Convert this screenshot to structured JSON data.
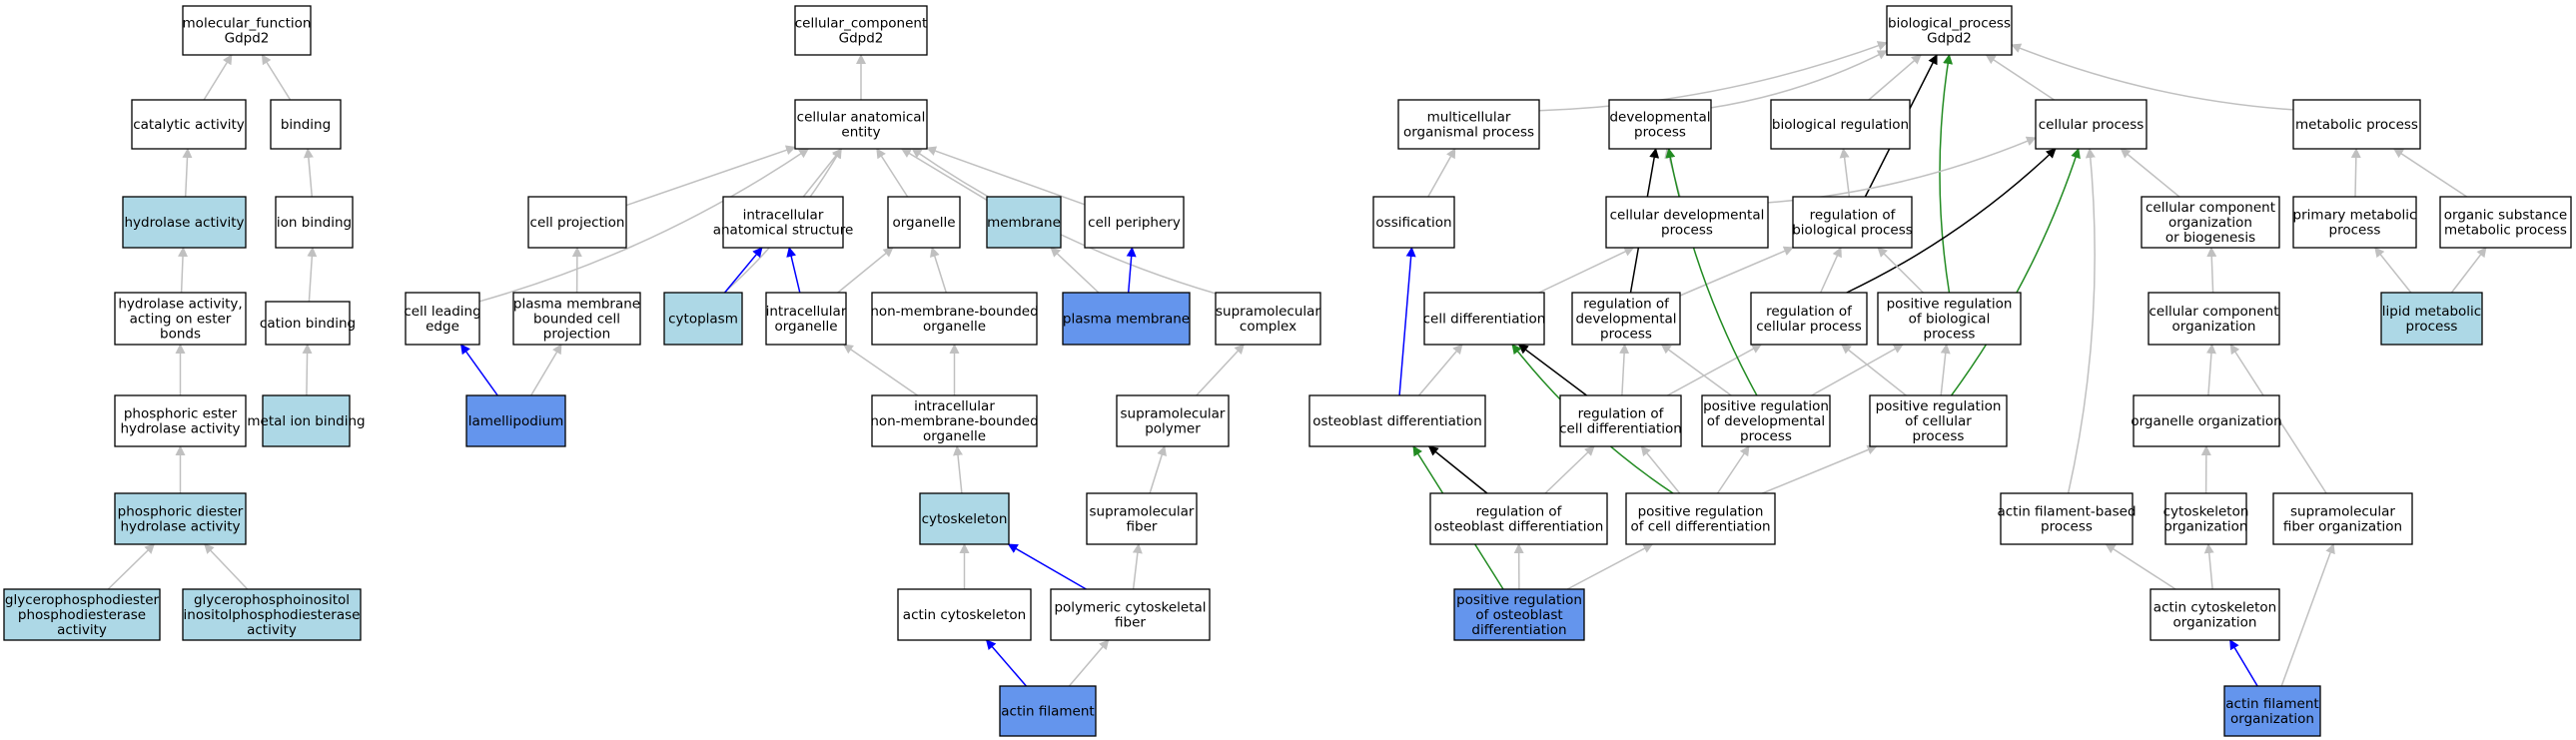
{
  "colors": {
    "fill_default": "#ffffff",
    "fill_light": "#add8e6",
    "fill_dark": "#6495ed",
    "edge_is_a": "#c0c0c0",
    "edge_part_of": "#0000ff",
    "edge_regulates": "#000000",
    "edge_positively_regulates": "#228b22"
  },
  "nodes": [
    {
      "id": "mf",
      "label": [
        "molecular_function",
        "Gdpd2"
      ],
      "fill": "default"
    },
    {
      "id": "catact",
      "label": [
        "catalytic activity"
      ],
      "fill": "default"
    },
    {
      "id": "binding",
      "label": [
        "binding"
      ],
      "fill": "default"
    },
    {
      "id": "hydact",
      "label": [
        "hydrolase activity"
      ],
      "fill": "light"
    },
    {
      "id": "ionbind",
      "label": [
        "ion binding"
      ],
      "fill": "default"
    },
    {
      "id": "hydester",
      "label": [
        "hydrolase activity,",
        "acting on ester",
        "bonds"
      ],
      "fill": "default"
    },
    {
      "id": "catbind",
      "label": [
        "cation binding"
      ],
      "fill": "default"
    },
    {
      "id": "phosest",
      "label": [
        "phosphoric ester",
        "hydrolase activity"
      ],
      "fill": "default"
    },
    {
      "id": "metalion",
      "label": [
        "metal ion binding"
      ],
      "fill": "light"
    },
    {
      "id": "phosdi",
      "label": [
        "phosphoric diester",
        "hydrolase activity"
      ],
      "fill": "light"
    },
    {
      "id": "gpde",
      "label": [
        "glycerophosphodiester",
        "phosphodiesterase",
        "activity"
      ],
      "fill": "light"
    },
    {
      "id": "gpip",
      "label": [
        "glycerophosphoinositol",
        "inositolphosphodiesterase",
        "activity"
      ],
      "fill": "light"
    },
    {
      "id": "cc",
      "label": [
        "cellular_component",
        "Gdpd2"
      ],
      "fill": "default"
    },
    {
      "id": "cae",
      "label": [
        "cellular anatomical",
        "entity"
      ],
      "fill": "default"
    },
    {
      "id": "cellproj",
      "label": [
        "cell projection"
      ],
      "fill": "default"
    },
    {
      "id": "ias",
      "label": [
        "intracellular",
        "anatomical structure"
      ],
      "fill": "default"
    },
    {
      "id": "organelle",
      "label": [
        "organelle"
      ],
      "fill": "default"
    },
    {
      "id": "membrane",
      "label": [
        "membrane"
      ],
      "fill": "light"
    },
    {
      "id": "cellper",
      "label": [
        "cell periphery"
      ],
      "fill": "default"
    },
    {
      "id": "cle",
      "label": [
        "cell leading",
        "edge"
      ],
      "fill": "default"
    },
    {
      "id": "pmbcp",
      "label": [
        "plasma membrane",
        "bounded cell",
        "projection"
      ],
      "fill": "default"
    },
    {
      "id": "cytoplasm",
      "label": [
        "cytoplasm"
      ],
      "fill": "light"
    },
    {
      "id": "intorg",
      "label": [
        "intracellular",
        "organelle"
      ],
      "fill": "default"
    },
    {
      "id": "nmbo",
      "label": [
        "non-membrane-bounded",
        "organelle"
      ],
      "fill": "default"
    },
    {
      "id": "plasmem",
      "label": [
        "plasma membrane"
      ],
      "fill": "dark"
    },
    {
      "id": "supracx",
      "label": [
        "supramolecular",
        "complex"
      ],
      "fill": "default"
    },
    {
      "id": "lamel",
      "label": [
        "lamellipodium"
      ],
      "fill": "dark"
    },
    {
      "id": "inmbo",
      "label": [
        "intracellular",
        "non-membrane-bounded",
        "organelle"
      ],
      "fill": "default"
    },
    {
      "id": "suprapoly",
      "label": [
        "supramolecular",
        "polymer"
      ],
      "fill": "default"
    },
    {
      "id": "cytosk",
      "label": [
        "cytoskeleton"
      ],
      "fill": "light"
    },
    {
      "id": "suprafib",
      "label": [
        "supramolecular",
        "fiber"
      ],
      "fill": "default"
    },
    {
      "id": "actcyt",
      "label": [
        "actin cytoskeleton"
      ],
      "fill": "default"
    },
    {
      "id": "polycyt",
      "label": [
        "polymeric cytoskeletal",
        "fiber"
      ],
      "fill": "default"
    },
    {
      "id": "actfil",
      "label": [
        "actin filament"
      ],
      "fill": "dark"
    },
    {
      "id": "bp",
      "label": [
        "biological_process",
        "Gdpd2"
      ],
      "fill": "default"
    },
    {
      "id": "multi",
      "label": [
        "multicellular",
        "organismal process"
      ],
      "fill": "default"
    },
    {
      "id": "devproc",
      "label": [
        "developmental",
        "process"
      ],
      "fill": "default"
    },
    {
      "id": "bioreg",
      "label": [
        "biological regulation"
      ],
      "fill": "default"
    },
    {
      "id": "cellproc",
      "label": [
        "cellular process"
      ],
      "fill": "default"
    },
    {
      "id": "metproc",
      "label": [
        "metabolic process"
      ],
      "fill": "default"
    },
    {
      "id": "ossif",
      "label": [
        "ossification"
      ],
      "fill": "default"
    },
    {
      "id": "celldevp",
      "label": [
        "cellular developmental",
        "process"
      ],
      "fill": "default"
    },
    {
      "id": "regbio",
      "label": [
        "regulation of",
        "biological process"
      ],
      "fill": "default"
    },
    {
      "id": "ccob",
      "label": [
        "cellular component",
        "organization",
        "or biogenesis"
      ],
      "fill": "default"
    },
    {
      "id": "primmet",
      "label": [
        "primary metabolic",
        "process"
      ],
      "fill": "default"
    },
    {
      "id": "orgsub",
      "label": [
        "organic substance",
        "metabolic process"
      ],
      "fill": "default"
    },
    {
      "id": "celldiff",
      "label": [
        "cell differentiation"
      ],
      "fill": "default"
    },
    {
      "id": "regdev",
      "label": [
        "regulation of",
        "developmental",
        "process"
      ],
      "fill": "default"
    },
    {
      "id": "regcell",
      "label": [
        "regulation of",
        "cellular process"
      ],
      "fill": "default"
    },
    {
      "id": "posregbio",
      "label": [
        "positive regulation",
        "of biological",
        "process"
      ],
      "fill": "default"
    },
    {
      "id": "cco",
      "label": [
        "cellular component",
        "organization"
      ],
      "fill": "default"
    },
    {
      "id": "lipmet",
      "label": [
        "lipid metabolic",
        "process"
      ],
      "fill": "light"
    },
    {
      "id": "osteodiff",
      "label": [
        "osteoblast differentiation"
      ],
      "fill": "default"
    },
    {
      "id": "regcd",
      "label": [
        "regulation of",
        "cell differentiation"
      ],
      "fill": "default"
    },
    {
      "id": "posregdev",
      "label": [
        "positive regulation",
        "of developmental",
        "process"
      ],
      "fill": "default"
    },
    {
      "id": "posregcell",
      "label": [
        "positive regulation",
        "of cellular",
        "process"
      ],
      "fill": "default"
    },
    {
      "id": "orgorg",
      "label": [
        "organelle organization"
      ],
      "fill": "default"
    },
    {
      "id": "regod",
      "label": [
        "regulation of",
        "osteoblast differentiation"
      ],
      "fill": "default"
    },
    {
      "id": "posregcd",
      "label": [
        "positive regulation",
        "of cell differentiation"
      ],
      "fill": "default"
    },
    {
      "id": "afbp",
      "label": [
        "actin filament-based",
        "process"
      ],
      "fill": "default"
    },
    {
      "id": "cytorg",
      "label": [
        "cytoskeleton",
        "organization"
      ],
      "fill": "default"
    },
    {
      "id": "suprafo",
      "label": [
        "supramolecular",
        "fiber organization"
      ],
      "fill": "default"
    },
    {
      "id": "posregod",
      "label": [
        "positive regulation",
        "of osteoblast",
        "differentiation"
      ],
      "fill": "dark"
    },
    {
      "id": "actcytorg",
      "label": [
        "actin cytoskeleton",
        "organization"
      ],
      "fill": "default"
    },
    {
      "id": "afo",
      "label": [
        "actin filament",
        "organization"
      ],
      "fill": "dark"
    }
  ],
  "edges": [
    {
      "from": "catact",
      "to": "mf",
      "type": "is_a"
    },
    {
      "from": "binding",
      "to": "mf",
      "type": "is_a"
    },
    {
      "from": "hydact",
      "to": "catact",
      "type": "is_a"
    },
    {
      "from": "ionbind",
      "to": "binding",
      "type": "is_a"
    },
    {
      "from": "hydester",
      "to": "hydact",
      "type": "is_a"
    },
    {
      "from": "catbind",
      "to": "ionbind",
      "type": "is_a"
    },
    {
      "from": "phosest",
      "to": "hydester",
      "type": "is_a"
    },
    {
      "from": "metalion",
      "to": "catbind",
      "type": "is_a"
    },
    {
      "from": "phosdi",
      "to": "phosest",
      "type": "is_a"
    },
    {
      "from": "gpde",
      "to": "phosdi",
      "type": "is_a"
    },
    {
      "from": "gpip",
      "to": "phosdi",
      "type": "is_a"
    },
    {
      "from": "cae",
      "to": "cc",
      "type": "is_a"
    },
    {
      "from": "cellproj",
      "to": "cae",
      "type": "is_a"
    },
    {
      "from": "ias",
      "to": "cae",
      "type": "is_a"
    },
    {
      "from": "organelle",
      "to": "cae",
      "type": "is_a"
    },
    {
      "from": "membrane",
      "to": "cae",
      "type": "is_a"
    },
    {
      "from": "cellper",
      "to": "cae",
      "type": "is_a"
    },
    {
      "from": "cle",
      "to": "cae",
      "type": "is_a"
    },
    {
      "from": "cytoplasm",
      "to": "cae",
      "type": "is_a"
    },
    {
      "from": "supracx",
      "to": "cae",
      "type": "is_a"
    },
    {
      "from": "pmbcp",
      "to": "cellproj",
      "type": "is_a"
    },
    {
      "from": "cytoplasm",
      "to": "ias",
      "type": "part_of"
    },
    {
      "from": "intorg",
      "to": "ias",
      "type": "part_of"
    },
    {
      "from": "intorg",
      "to": "organelle",
      "type": "is_a"
    },
    {
      "from": "nmbo",
      "to": "organelle",
      "type": "is_a"
    },
    {
      "from": "plasmem",
      "to": "membrane",
      "type": "is_a"
    },
    {
      "from": "plasmem",
      "to": "cellper",
      "type": "part_of"
    },
    {
      "from": "lamel",
      "to": "cle",
      "type": "part_of"
    },
    {
      "from": "lamel",
      "to": "pmbcp",
      "type": "is_a"
    },
    {
      "from": "inmbo",
      "to": "intorg",
      "type": "is_a"
    },
    {
      "from": "inmbo",
      "to": "nmbo",
      "type": "is_a"
    },
    {
      "from": "suprapoly",
      "to": "supracx",
      "type": "is_a"
    },
    {
      "from": "cytosk",
      "to": "inmbo",
      "type": "is_a"
    },
    {
      "from": "suprafib",
      "to": "suprapoly",
      "type": "is_a"
    },
    {
      "from": "actcyt",
      "to": "cytosk",
      "type": "is_a"
    },
    {
      "from": "polycyt",
      "to": "cytosk",
      "type": "part_of"
    },
    {
      "from": "polycyt",
      "to": "suprafib",
      "type": "is_a"
    },
    {
      "from": "actfil",
      "to": "actcyt",
      "type": "part_of"
    },
    {
      "from": "actfil",
      "to": "polycyt",
      "type": "is_a"
    },
    {
      "from": "multi",
      "to": "bp",
      "type": "is_a"
    },
    {
      "from": "devproc",
      "to": "bp",
      "type": "is_a"
    },
    {
      "from": "bioreg",
      "to": "bp",
      "type": "is_a"
    },
    {
      "from": "cellproc",
      "to": "bp",
      "type": "is_a"
    },
    {
      "from": "metproc",
      "to": "bp",
      "type": "is_a"
    },
    {
      "from": "regbio",
      "to": "bp",
      "type": "regulates"
    },
    {
      "from": "posregbio",
      "to": "bp",
      "type": "positively_regulates"
    },
    {
      "from": "ossif",
      "to": "multi",
      "type": "is_a"
    },
    {
      "from": "celldevp",
      "to": "devproc",
      "type": "is_a"
    },
    {
      "from": "celldevp",
      "to": "cellproc",
      "type": "is_a"
    },
    {
      "from": "regbio",
      "to": "bioreg",
      "type": "is_a"
    },
    {
      "from": "ccob",
      "to": "cellproc",
      "type": "is_a"
    },
    {
      "from": "primmet",
      "to": "metproc",
      "type": "is_a"
    },
    {
      "from": "orgsub",
      "to": "metproc",
      "type": "is_a"
    },
    {
      "from": "celldiff",
      "to": "celldevp",
      "type": "is_a"
    },
    {
      "from": "regdev",
      "to": "devproc",
      "type": "regulates"
    },
    {
      "from": "regdev",
      "to": "regbio",
      "type": "is_a"
    },
    {
      "from": "regcell",
      "to": "regbio",
      "type": "is_a"
    },
    {
      "from": "regcell",
      "to": "cellproc",
      "type": "regulates"
    },
    {
      "from": "posregbio",
      "to": "regbio",
      "type": "is_a"
    },
    {
      "from": "cco",
      "to": "ccob",
      "type": "is_a"
    },
    {
      "from": "lipmet",
      "to": "primmet",
      "type": "is_a"
    },
    {
      "from": "lipmet",
      "to": "orgsub",
      "type": "is_a"
    },
    {
      "from": "osteodiff",
      "to": "ossif",
      "type": "part_of"
    },
    {
      "from": "osteodiff",
      "to": "celldiff",
      "type": "is_a"
    },
    {
      "from": "regcd",
      "to": "celldiff",
      "type": "regulates"
    },
    {
      "from": "regcd",
      "to": "regdev",
      "type": "is_a"
    },
    {
      "from": "regcd",
      "to": "regcell",
      "type": "is_a"
    },
    {
      "from": "posregdev",
      "to": "devproc",
      "type": "positively_regulates"
    },
    {
      "from": "posregdev",
      "to": "regdev",
      "type": "is_a"
    },
    {
      "from": "posregdev",
      "to": "posregbio",
      "type": "is_a"
    },
    {
      "from": "posregcell",
      "to": "regcell",
      "type": "is_a"
    },
    {
      "from": "posregcell",
      "to": "posregbio",
      "type": "is_a"
    },
    {
      "from": "posregcell",
      "to": "cellproc",
      "type": "positively_regulates"
    },
    {
      "from": "orgorg",
      "to": "cco",
      "type": "is_a"
    },
    {
      "from": "regod",
      "to": "osteodiff",
      "type": "regulates"
    },
    {
      "from": "regod",
      "to": "regcd",
      "type": "is_a"
    },
    {
      "from": "posregcd",
      "to": "celldiff",
      "type": "positively_regulates"
    },
    {
      "from": "posregcd",
      "to": "regcd",
      "type": "is_a"
    },
    {
      "from": "posregcd",
      "to": "posregdev",
      "type": "is_a"
    },
    {
      "from": "posregcd",
      "to": "posregcell",
      "type": "is_a"
    },
    {
      "from": "afbp",
      "to": "cellproc",
      "type": "is_a"
    },
    {
      "from": "cytorg",
      "to": "orgorg",
      "type": "is_a"
    },
    {
      "from": "suprafo",
      "to": "cco",
      "type": "is_a"
    },
    {
      "from": "posregod",
      "to": "osteodiff",
      "type": "positively_regulates"
    },
    {
      "from": "posregod",
      "to": "regod",
      "type": "is_a"
    },
    {
      "from": "posregod",
      "to": "posregcd",
      "type": "is_a"
    },
    {
      "from": "actcytorg",
      "to": "afbp",
      "type": "is_a"
    },
    {
      "from": "actcytorg",
      "to": "cytorg",
      "type": "is_a"
    },
    {
      "from": "afo",
      "to": "actcytorg",
      "type": "part_of"
    },
    {
      "from": "afo",
      "to": "suprafo",
      "type": "is_a"
    }
  ]
}
